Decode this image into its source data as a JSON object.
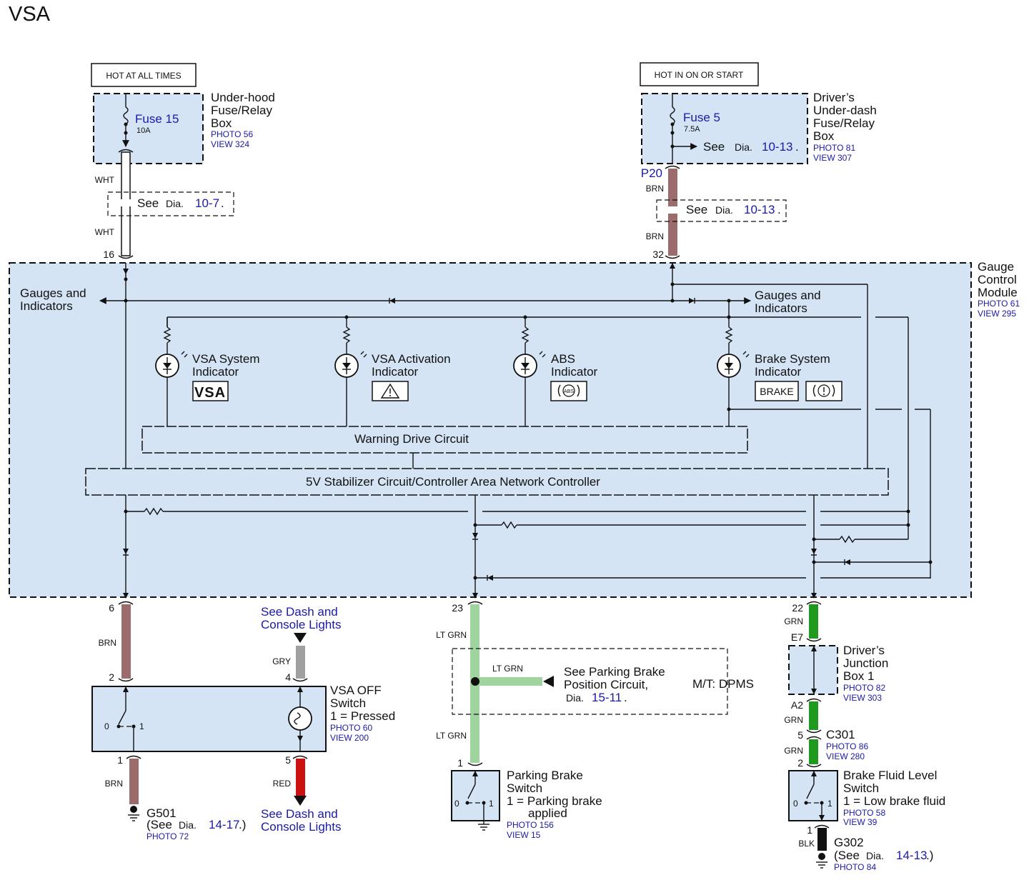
{
  "title": "VSA",
  "power": {
    "hot_all_times": "HOT AT ALL TIMES",
    "hot_on_start": "HOT IN ON OR START"
  },
  "fuse15": {
    "name": "Fuse 15",
    "rating": "10A"
  },
  "fuse5": {
    "name": "Fuse 5",
    "rating": "7.5A"
  },
  "underhood_box": {
    "l1": "Under-hood",
    "l2": "Fuse/Relay",
    "l3": "Box",
    "photo": "PHOTO 56",
    "view": "VIEW 324"
  },
  "driver_box": {
    "l1": "Driver’s",
    "l2": "Under-dash",
    "l3": "Fuse/Relay",
    "l4": "Box",
    "photo": "PHOTO 81",
    "view": "VIEW 307"
  },
  "see": "See",
  "dia": "Dia.",
  "ref_10_7": "10-7",
  "ref_10_13": "10-13",
  "dot": ".",
  "gcm": {
    "l1": "Gauge",
    "l2": "Control",
    "l3": "Module",
    "photo": "PHOTO 61",
    "view": "VIEW 295"
  },
  "gauges_left": {
    "l1": "Gauges and",
    "l2": "Indicators"
  },
  "gauges_right": {
    "l1": "Gauges and",
    "l2": "Indicators"
  },
  "indicators": {
    "vsa_system": {
      "l1": "VSA System",
      "l2": "Indicator",
      "symbol": "VSA"
    },
    "vsa_activation": {
      "l1": "VSA Activation",
      "l2": "Indicator"
    },
    "abs": {
      "l1": "ABS",
      "l2": "Indicator",
      "symbol": "ABS"
    },
    "brake_system": {
      "l1": "Brake System",
      "l2": "Indicator",
      "symbol": "BRAKE"
    }
  },
  "warning_drive": "Warning Drive Circuit",
  "stabilizer": "5V Stabilizer Circuit/Controller Area Network Controller",
  "wire_colors": {
    "wht": "WHT",
    "brn": "BRN",
    "gry": "GRY",
    "red": "RED",
    "ltgrn": "LT GRN",
    "grn": "GRN",
    "blk": "BLK"
  },
  "wire_hex": {
    "wht": "#ffffff",
    "brn": "#9c6b6b",
    "gry": "#a0a0a0",
    "red": "#cc1111",
    "ltgrn": "#9fd49f",
    "grn": "#1f9a1f",
    "blk": "#111111"
  },
  "pins": {
    "p16": "16",
    "p32": "32",
    "p20": "P20",
    "p6": "6",
    "p2": "2",
    "p4": "4",
    "p1": "1",
    "p5": "5",
    "p23": "23",
    "p22": "22",
    "pe7": "E7",
    "pa2": "A2",
    "p1b": "1",
    "p5b": "5",
    "p2b": "2",
    "p1c": "1",
    "p1d": "1"
  },
  "see_dash_top": {
    "l1": "See Dash and",
    "l2": "Console Lights"
  },
  "see_dash_bottom": {
    "l1": "See Dash and",
    "l2": "Console Lights"
  },
  "vsa_off": {
    "l1": "VSA OFF",
    "l2": "Switch",
    "l3": "1 = Pressed",
    "photo": "PHOTO 60",
    "view": "VIEW 200"
  },
  "switch_pos": {
    "zero": "0",
    "one": "1"
  },
  "g501": {
    "name": "G501",
    "see": "(See",
    "dia": "Dia.",
    "ref": "14-17",
    "close": ".)",
    "photo": "PHOTO 72"
  },
  "parking_ref": {
    "l1": "See Parking Brake",
    "l2": "Position Circuit,",
    "dia": "Dia.",
    "ref": "15-11",
    "dot": "."
  },
  "mt_dpms": "M/T: DPMS",
  "parking_switch": {
    "l1": "Parking Brake",
    "l2": "Switch",
    "l3": "1 = Parking brake",
    "l4": "applied",
    "photo": "PHOTO 156",
    "view": "VIEW 15"
  },
  "junction": {
    "l1": "Driver’s",
    "l2": "Junction",
    "l3": "Box 1",
    "photo": "PHOTO 82",
    "view": "VIEW 303"
  },
  "c301": {
    "name": "C301",
    "photo": "PHOTO 86",
    "view": "VIEW 280"
  },
  "brake_fluid": {
    "l1": "Brake Fluid Level",
    "l2": "Switch",
    "l3": "1 = Low brake fluid",
    "photo": "PHOTO 58",
    "view": "VIEW 39"
  },
  "g302": {
    "name": "G302",
    "see": "(See",
    "dia": "Dia.",
    "ref": "14-13",
    "close": ".)",
    "photo": "PHOTO 84"
  }
}
